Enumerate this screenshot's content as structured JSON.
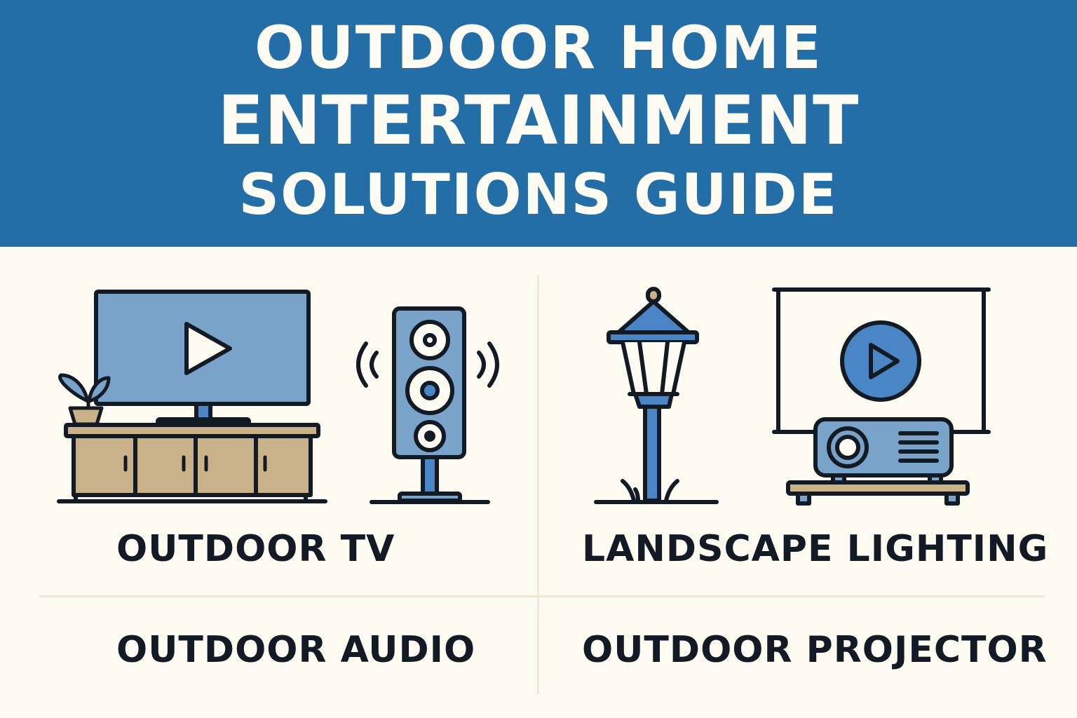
{
  "header": {
    "title_lines": [
      "OUTDOOR HOME",
      "ENTERTAINMENT",
      "SOLUTIONS GUIDE"
    ],
    "background_color": "#236ea6",
    "text_color": "#fdfbf2"
  },
  "sections": [
    {
      "label": "OUTDOOR TV",
      "icon": "tv-on-media-console-icon"
    },
    {
      "label": "LANDSCAPE LIGHTING",
      "icon": "lamp-post-icon"
    },
    {
      "label": "OUTDOOR AUDIO",
      "icon": "speaker-icon"
    },
    {
      "label": "OUTDOOR PROJECTOR",
      "icon": "projector-screen-icon"
    }
  ],
  "colors": {
    "page_background": "#fdfbf2",
    "outline": "#121a24",
    "light_blue": "#7aa3c9",
    "mid_blue": "#4a86c5",
    "wood": "#c9b28a",
    "divider": "#f1e7d5"
  }
}
